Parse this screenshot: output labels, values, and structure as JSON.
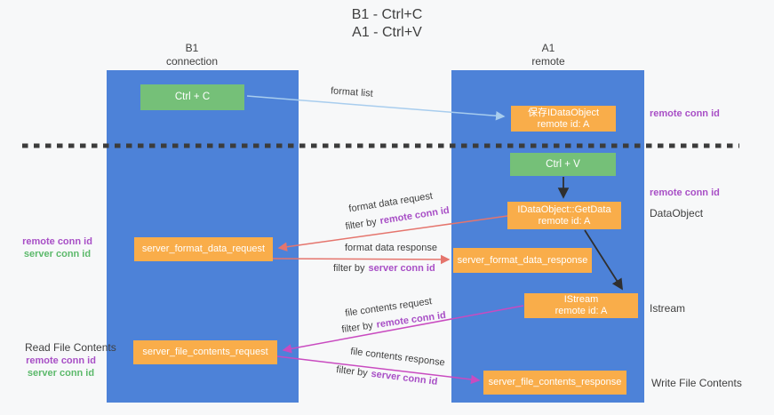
{
  "title": {
    "line1": "B1 - Ctrl+C",
    "line2": "A1 - Ctrl+V"
  },
  "columns": {
    "left": {
      "name": "B1",
      "role": "connection"
    },
    "right": {
      "name": "A1",
      "role": "remote"
    }
  },
  "nodes": {
    "ctrl_c": "Ctrl + C",
    "save_idataobject": {
      "line1": "保存IDataObject",
      "line2": "remote id: A"
    },
    "ctrl_v": "Ctrl + V",
    "getdata": {
      "line1": "IDataObject::GetData",
      "line2": "remote id: A"
    },
    "format_request": "server_format_data_request",
    "format_response": "server_format_data_response",
    "istream": {
      "line1": "IStream",
      "line2": "remote id: A"
    },
    "file_request": "server_file_contents_request",
    "file_response": "server_file_contents_response"
  },
  "flow_labels": {
    "format_list": "format list",
    "format_request": {
      "line1": "format data request",
      "prefix": "filter by",
      "key": "remote conn id"
    },
    "format_response": {
      "line1": "format data response",
      "prefix": "filter by",
      "key": "server conn id"
    },
    "file_request": {
      "line1": "file contents request",
      "prefix": "filter by",
      "key": "remote conn id"
    },
    "file_response": {
      "line1": "file contents response",
      "prefix": "filter by",
      "key": "server conn id"
    }
  },
  "side_labels": {
    "remote_conn_id_top": "remote conn id",
    "remote_conn_id_mid": "remote conn id",
    "dataobject": "DataObject",
    "istream": "Istream",
    "write_file_contents": "Write File Contents",
    "read_file_contents": "Read File Contents",
    "left_group_format": {
      "remote": "remote conn id",
      "server": "server conn id"
    },
    "left_group_file": {
      "remote": "remote conn id",
      "server": "server conn id"
    }
  },
  "colors": {
    "bg": "#f7f8f9",
    "lane_blue": "#4d82d8",
    "green_box": "#75c078",
    "orange_box": "#f9ad4a",
    "dark_text": "#3f3f3f",
    "purple_text": "#a84fc6",
    "green_text": "#5cb96b",
    "arrow_blue": "#a8cdee",
    "arrow_black": "#2f2f2f",
    "arrow_salmon": "#e5756d",
    "arrow_magenta": "#c94bc0",
    "dash": "#3c3c3c"
  }
}
